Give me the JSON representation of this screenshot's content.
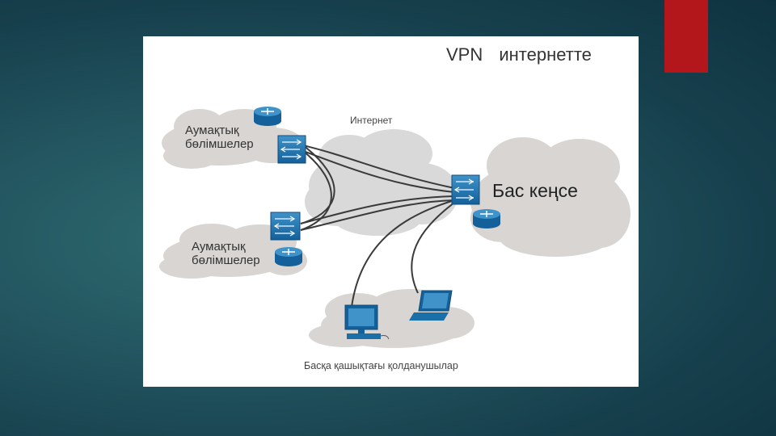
{
  "slide": {
    "accent_color": "#b3171b",
    "background_color": "#1e4f5a"
  },
  "diagram": {
    "title": "VPN интернетте",
    "internet_label": "Интернет",
    "branch_1_label": [
      "Аумақтық",
      "бөлімшелер"
    ],
    "branch_2_label": [
      "Аумақтық",
      "бөлімшелер"
    ],
    "headquarters_label": "Бас кеңсе",
    "remote_users_label": "Басқа қашықтағы қолданушылар",
    "icons": [
      "router-icon",
      "firewall-switch-icon",
      "desktop-computer-icon",
      "laptop-icon",
      "cloud-icon"
    ],
    "device_color": "#1a6fa8"
  }
}
